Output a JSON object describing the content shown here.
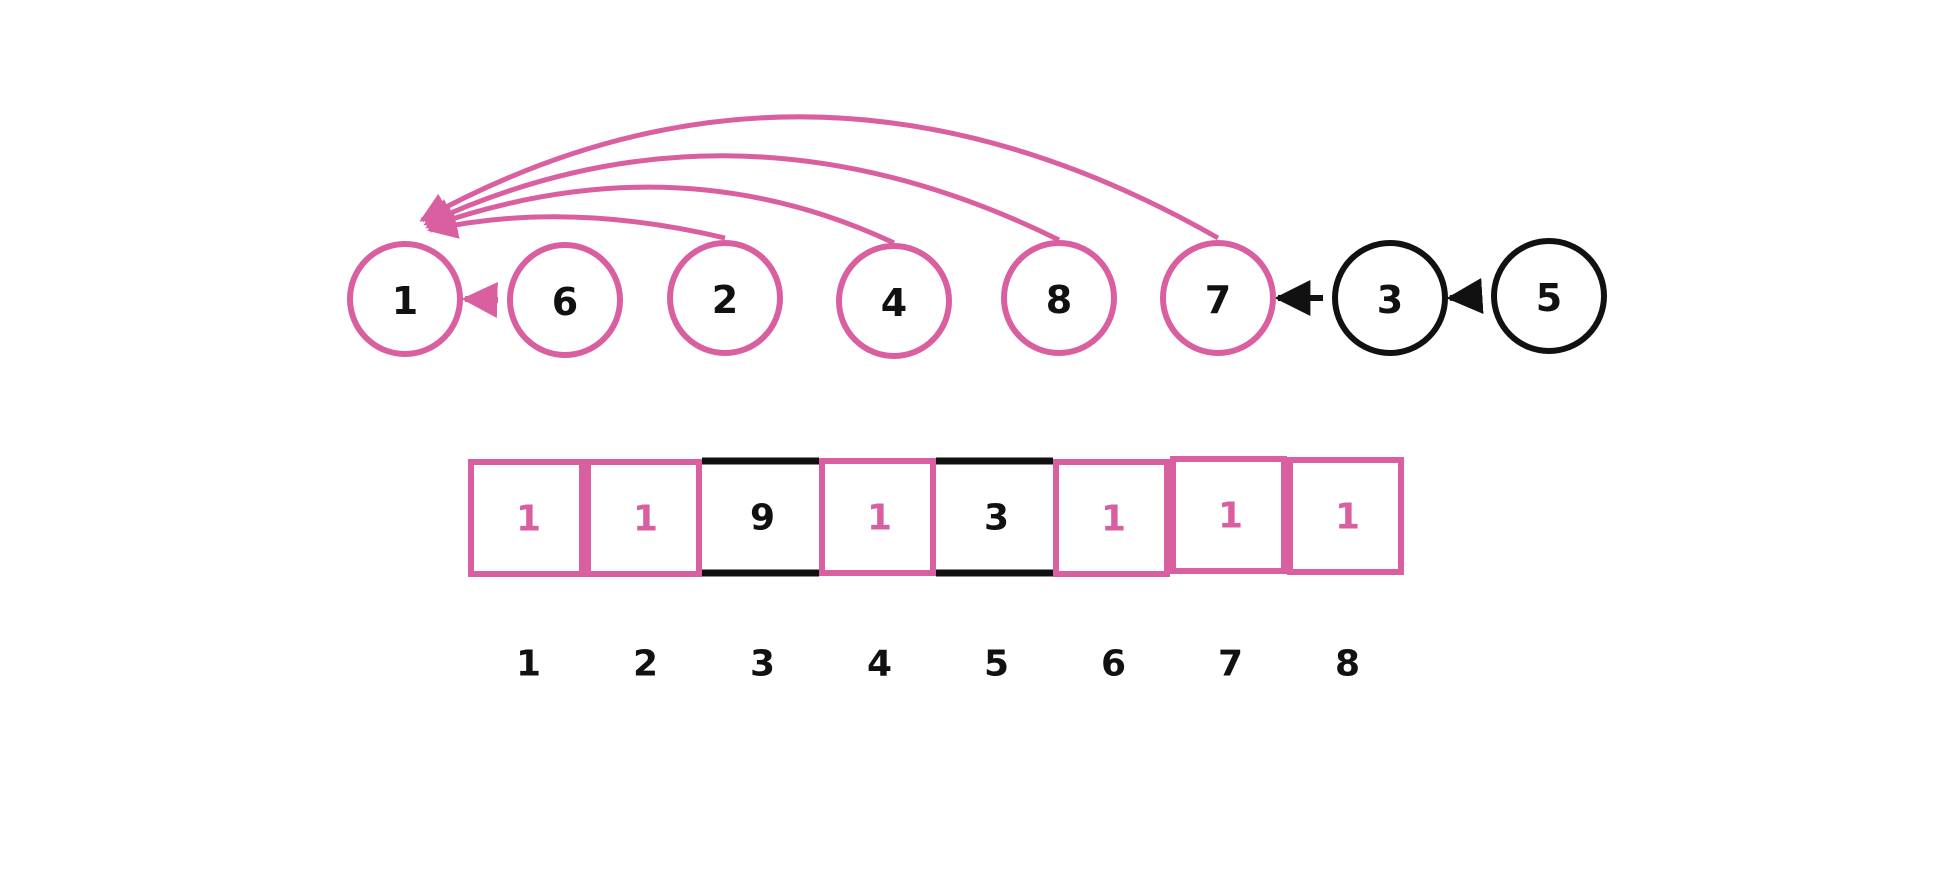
{
  "colors": {
    "accent": "#d95fa1",
    "default": "#111111",
    "background": "#ffffff"
  },
  "nodes": [
    {
      "id": "node-1",
      "label": "1",
      "highlighted": true
    },
    {
      "id": "node-6",
      "label": "6",
      "highlighted": true
    },
    {
      "id": "node-2",
      "label": "2",
      "highlighted": true
    },
    {
      "id": "node-4",
      "label": "4",
      "highlighted": true
    },
    {
      "id": "node-8",
      "label": "8",
      "highlighted": true
    },
    {
      "id": "node-7",
      "label": "7",
      "highlighted": true
    },
    {
      "id": "node-3",
      "label": "3",
      "highlighted": false
    },
    {
      "id": "node-5",
      "label": "5",
      "highlighted": false
    }
  ],
  "edges": [
    {
      "from": "6",
      "to": "1",
      "highlighted": true
    },
    {
      "from": "2",
      "to": "1",
      "highlighted": true
    },
    {
      "from": "4",
      "to": "1",
      "highlighted": true
    },
    {
      "from": "8",
      "to": "1",
      "highlighted": true
    },
    {
      "from": "7",
      "to": "1",
      "highlighted": true
    },
    {
      "from": "3",
      "to": "7",
      "highlighted": false
    },
    {
      "from": "5",
      "to": "3",
      "highlighted": false
    }
  ],
  "array": [
    {
      "index": "1",
      "value": "1",
      "highlighted": true
    },
    {
      "index": "2",
      "value": "1",
      "highlighted": true
    },
    {
      "index": "3",
      "value": "9",
      "highlighted": false
    },
    {
      "index": "4",
      "value": "1",
      "highlighted": true
    },
    {
      "index": "5",
      "value": "3",
      "highlighted": false
    },
    {
      "index": "6",
      "value": "1",
      "highlighted": true
    },
    {
      "index": "7",
      "value": "1",
      "highlighted": true
    },
    {
      "index": "8",
      "value": "1",
      "highlighted": true
    }
  ]
}
